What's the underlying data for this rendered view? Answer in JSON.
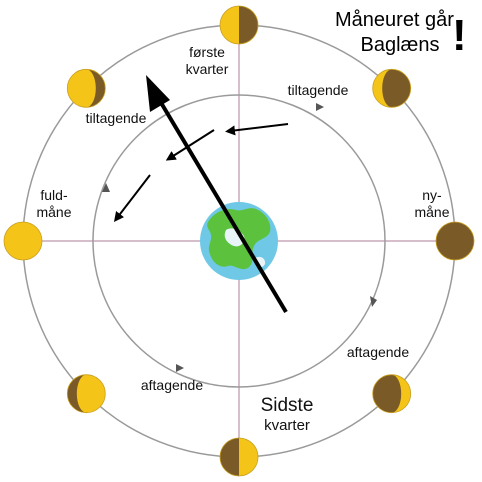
{
  "title": {
    "line1": "Måneuret går",
    "line2": "Baglæns",
    "exclamation": "!"
  },
  "labels": {
    "first_quarter": [
      "første",
      "kvarter"
    ],
    "new_moon": [
      "ny-",
      "måne"
    ],
    "full_moon": [
      "fuld-",
      "måne"
    ],
    "last_quarter": [
      "Sidste",
      "kvarter"
    ],
    "waxing_upper_left": "tiltagende",
    "waxing_upper_right": "tiltagende",
    "waning_lower_left": "aftagende",
    "waning_lower_right": "aftagende"
  },
  "colors": {
    "sunlit": "#f5c419",
    "shadow": "#7a5a26",
    "orbit_line": "#9a9a9a",
    "axis_line": "#c8aab8",
    "earth_ocean": "#6fc9e6",
    "earth_land": "#5cc23e",
    "arrow": "#000000"
  },
  "moon_phases": [
    {
      "name": "første kvarter",
      "lit_side": "left",
      "lit_fraction": 0.5
    },
    {
      "name": "tiltagende",
      "lit_side": "left",
      "lit_fraction": 0.75
    },
    {
      "name": "fuldmåne",
      "lit_side": "left",
      "lit_fraction": 1.0
    },
    {
      "name": "aftagende",
      "lit_side": "right",
      "lit_fraction": 0.75
    },
    {
      "name": "sidste kvarter",
      "lit_side": "right",
      "lit_fraction": 0.5
    },
    {
      "name": "aftagende",
      "lit_side": "right",
      "lit_fraction": 0.25
    },
    {
      "name": "nymåne",
      "lit_side": "none",
      "lit_fraction": 0.0
    },
    {
      "name": "tiltagende",
      "lit_side": "left",
      "lit_fraction": 0.25
    }
  ]
}
